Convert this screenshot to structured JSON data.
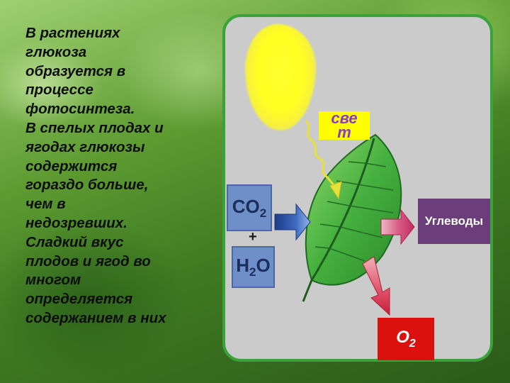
{
  "text": {
    "paragraph": "В растениях\nглюкоза\nобразуется в\nпроцессе\nфотосинтеза.\nВ спелых  плодах и\nягодах глюкозы\nсодержится\nгораздо больше,\nчем  в\nнедозревших.\nСладкий вкус\nплодов и ягод во\nмногом\nопределяется\nсодержанием в них"
  },
  "diagram": {
    "light_label": "свет",
    "co2": {
      "main": "CO",
      "sub": "2"
    },
    "plus": "+",
    "h2o": {
      "h": "H",
      "sub": "2",
      "o": "O"
    },
    "carbohydrates": "Углеводы",
    "o2": {
      "main": "O",
      "sub": "2"
    }
  },
  "colors": {
    "panel_fill": "#cbcbcb",
    "panel_border": "#39a33a",
    "sun": "#ffff20",
    "light_box": "#ffff00",
    "light_text": "#8a3ad0",
    "chem_box": "#6e8fc8",
    "carbs_box": "#6b3d7a",
    "o2_box": "#dd1010",
    "leaf": "#3ea83c"
  }
}
